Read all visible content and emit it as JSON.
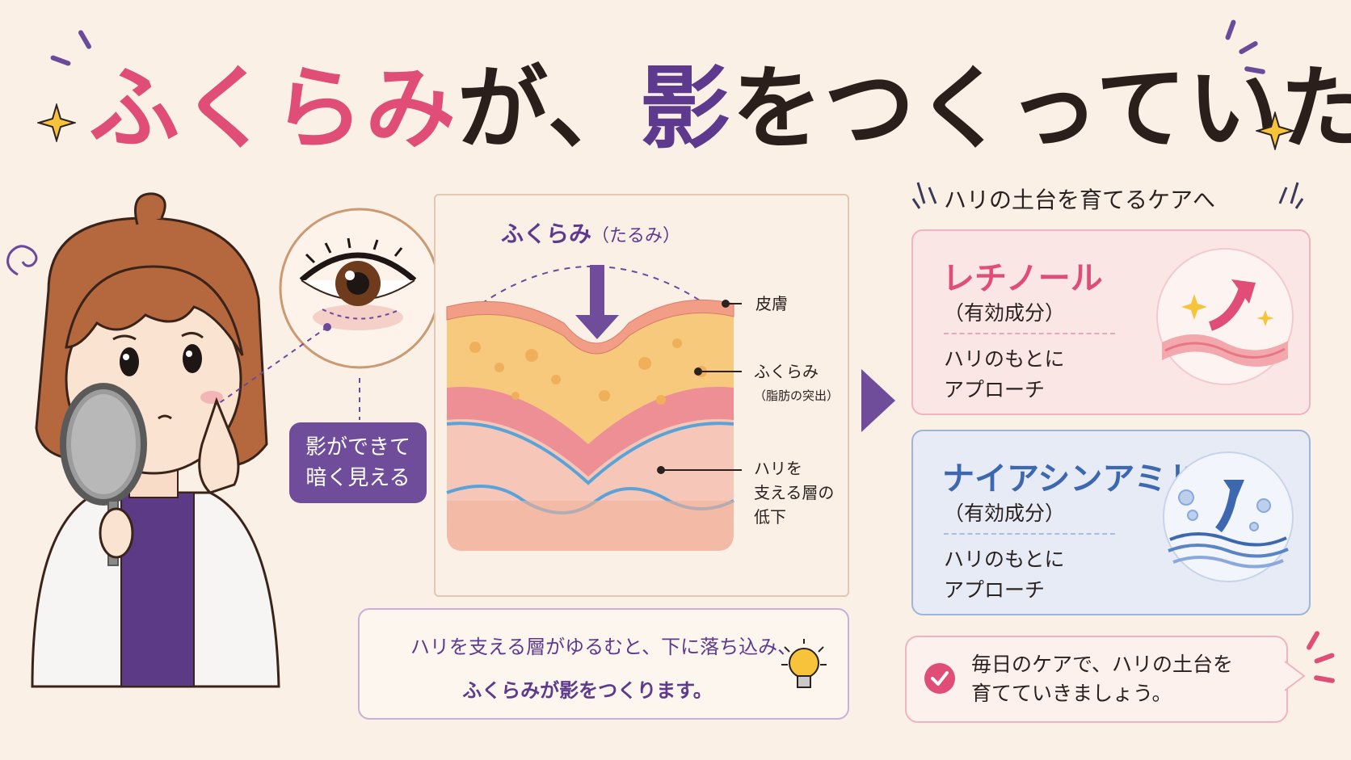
{
  "title": {
    "part1": "ふくらみ",
    "part2": "が、",
    "part3": "影",
    "part4": "をつくっていた"
  },
  "eye_callout": {
    "text_line1": "影ができて",
    "text_line2": "暗く見える"
  },
  "diagram": {
    "title": "ふくらみ",
    "title_paren": "（たるみ）",
    "labels": {
      "skin": "皮膚",
      "bulge": "ふくらみ",
      "bulge_detail": "（脂肪の突出）",
      "support_line1": "ハリを",
      "support_line2": "支える層の",
      "support_line3": "低下"
    }
  },
  "caption": {
    "line1": "ハリを支える層がゆるむと、下に落ち込み、",
    "line2": "ふくらみが影をつくります。"
  },
  "care": {
    "heading": "ハリの土台を育てるケアへ",
    "cards": [
      {
        "name": "レチノール",
        "sub": "（有効成分）",
        "desc_line1": "ハリのもとに",
        "desc_line2": "アプローチ"
      },
      {
        "name": "ナイアシンアミド",
        "sub": "（有効成分）",
        "desc_line1": "ハリのもとに",
        "desc_line2": "アプローチ"
      }
    ],
    "note_line1": "毎日のケアで、ハリの土台を",
    "note_line2": "育てていきましょう。"
  },
  "colors": {
    "background": "#fbf0e6",
    "pink_accent": "#e04d76",
    "purple_accent": "#5e3a8e",
    "blue_accent": "#3d68b0"
  }
}
